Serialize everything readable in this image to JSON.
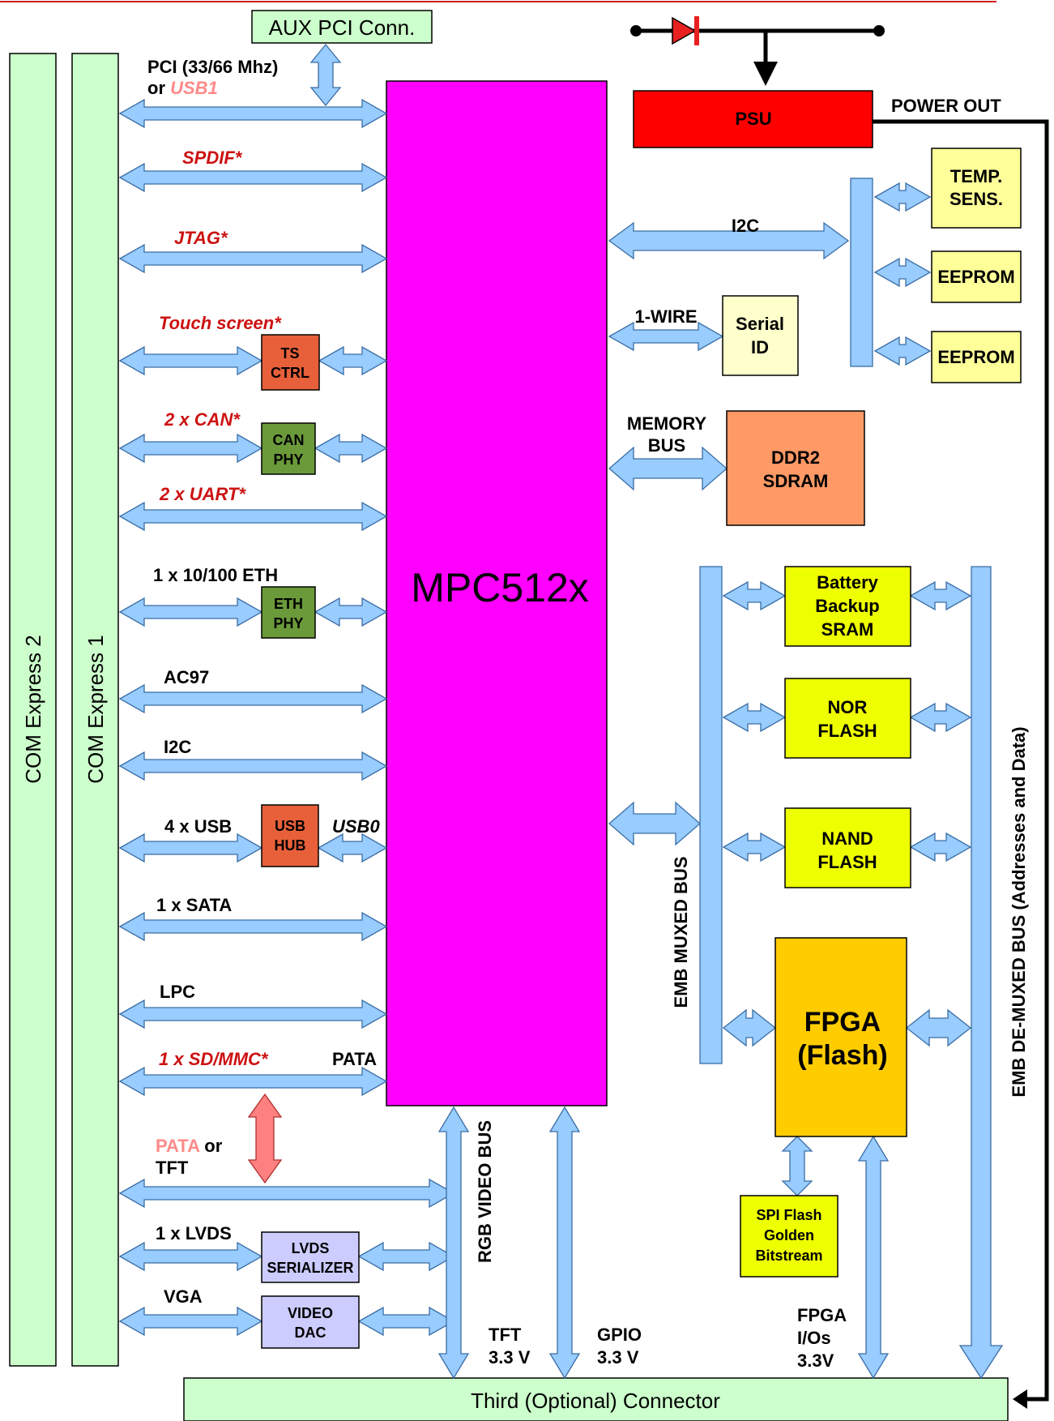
{
  "aux_pci": "AUX PCI Conn.",
  "com_express_2": "COM Express 2",
  "com_express_1": "COM Express 1",
  "cpu": "MPC512x",
  "psu": "PSU",
  "power_out": "POWER OUT",
  "temp_sens": [
    "TEMP.",
    "SENS."
  ],
  "eeprom_1": "EEPROM",
  "eeprom_2": "EEPROM",
  "i2c_right": "I2C",
  "one_wire": "1-WIRE",
  "serial_id": [
    "Serial",
    "ID"
  ],
  "memory_bus": [
    "MEMORY",
    "BUS"
  ],
  "ddr2": [
    "DDR2",
    "SDRAM"
  ],
  "battery_sram": [
    "Battery",
    "Backup",
    "SRAM"
  ],
  "nor_flash": [
    "NOR",
    "FLASH"
  ],
  "nand_flash": [
    "NAND",
    "FLASH"
  ],
  "fpga": [
    "FPGA",
    "(Flash)"
  ],
  "spi_flash": [
    "SPI Flash",
    "Golden",
    "Bitstream"
  ],
  "emb_muxed_bus": "EMB MUXED BUS",
  "emb_demuxed_bus": "EMB DE-MUXED  BUS (Addresses and Data)",
  "rgb_video_bus": "RGB VIDEO BUS",
  "third_connector": "Third (Optional) Connector",
  "tft_33": [
    "TFT",
    "3.3 V"
  ],
  "gpio_33": [
    "GPIO",
    "3.3 V"
  ],
  "fpga_ios": [
    "FPGA",
    "I/Os",
    "3.3V"
  ],
  "left": {
    "pci": "PCI (33/66 Mhz)",
    "or": "or ",
    "usb1": "USB1",
    "spdif": "SPDIF*",
    "jtag": "JTAG*",
    "touch": "Touch screen*",
    "ts_ctrl": [
      "TS",
      "CTRL"
    ],
    "can": "2 x CAN*",
    "can_phy": [
      "CAN",
      "PHY"
    ],
    "uart": "2 x UART*",
    "eth": "1 x 10/100 ETH",
    "eth_phy": [
      "ETH",
      "PHY"
    ],
    "ac97": "AC97",
    "i2c": "I2C",
    "usb4": "4 x USB",
    "usb_hub": [
      "USB",
      "HUB"
    ],
    "usb0": "USB0",
    "sata": "1 x SATA",
    "lpc": "LPC",
    "sdmmc": "1 x SD/MMC*",
    "pata": "PATA",
    "pata_or_a": "PATA",
    "pata_or_b": " or",
    "tft": "TFT",
    "lvds": "1 x LVDS",
    "lvds_ser": [
      "LVDS",
      "SERIALIZER"
    ],
    "vga": "VGA",
    "video_dac": [
      "VIDEO",
      "DAC"
    ]
  },
  "colors": {
    "cpu": "#ff00ff",
    "psu": "#ff0000",
    "connector": "#ccffcc",
    "yellow_box": "#ffff99",
    "flash_box": "#eeff00",
    "fpga_box": "#ffcc00",
    "ddr": "#ff9966",
    "phy_green": "#6b9a3a",
    "ctrl_orange": "#e8603a",
    "lavender": "#ccccff",
    "bus_blue": "#99ccff",
    "red_text": "#cc1111",
    "pink_text": "#ff8a8a"
  }
}
